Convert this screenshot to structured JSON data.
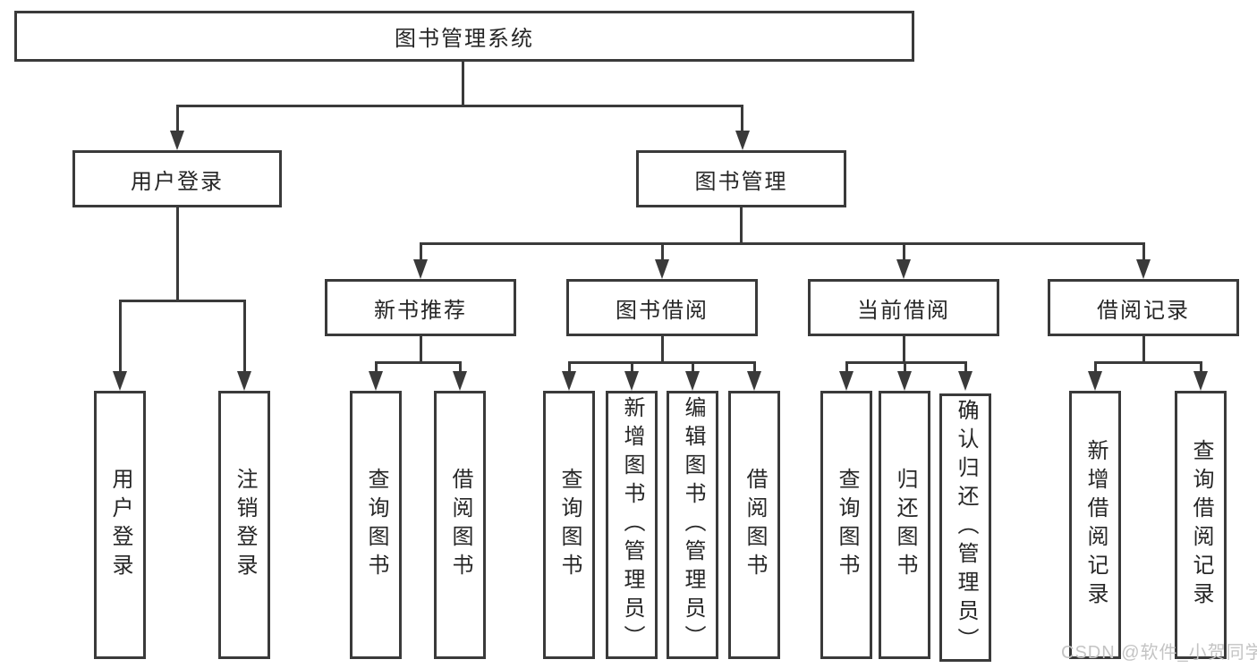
{
  "diagram": {
    "root": {
      "label": "图书管理系统"
    },
    "level2": [
      {
        "label": "用户登录"
      },
      {
        "label": "图书管理"
      }
    ],
    "level3": [
      {
        "label": "新书推荐"
      },
      {
        "label": "图书借阅"
      },
      {
        "label": "当前借阅"
      },
      {
        "label": "借阅记录"
      }
    ],
    "leaves": {
      "user_login": [
        {
          "label": "用户登录"
        },
        {
          "label": "注销登录"
        }
      ],
      "new_book": [
        {
          "label": "查询图书"
        },
        {
          "label": "借阅图书"
        }
      ],
      "book_borrow": [
        {
          "label": "查询图书"
        },
        {
          "label": "新增图书（管理员）"
        },
        {
          "label": "编辑图书（管理员）"
        },
        {
          "label": "借阅图书"
        }
      ],
      "current_borrow": [
        {
          "label": "查询图书"
        },
        {
          "label": "归还图书"
        },
        {
          "label": "确认归还（管理员）"
        }
      ],
      "borrow_records": [
        {
          "label": "新增借阅记录"
        },
        {
          "label": "查询借阅记录"
        }
      ]
    }
  },
  "watermark": {
    "text": "CSDN @软件_小贺同学"
  },
  "colors": {
    "line": "#3a3a3a",
    "text": "#262626",
    "watermark": "#c4c4c4",
    "background": "#ffffff"
  }
}
